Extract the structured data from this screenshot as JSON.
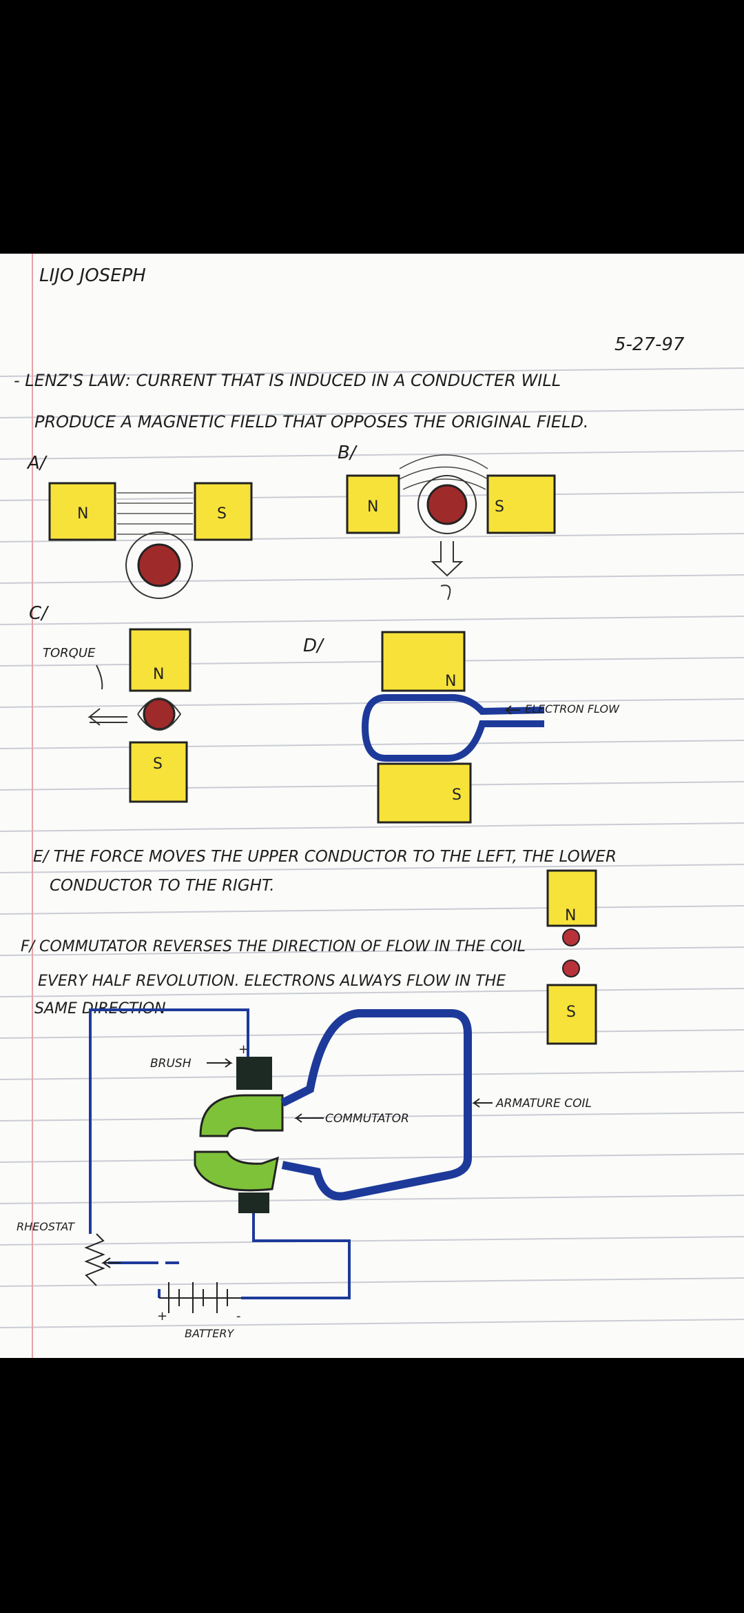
{
  "author": "LIJO JOSEPH",
  "date": "5-27-97",
  "lenz_line1": "- LENZ'S LAW: CURRENT THAT IS INDUCED IN A CONDUCTER WILL",
  "lenz_line2": "PRODUCE A MAGNETIC FIELD THAT OPPOSES THE ORIGINAL FIELD.",
  "diagrams": {
    "a": {
      "label": "A/",
      "north": "N",
      "south": "S"
    },
    "b": {
      "label": "B/",
      "north": "N",
      "south": "S"
    },
    "c": {
      "label": "C/",
      "torque": "TORQUE",
      "north": "N",
      "south": "S"
    },
    "d": {
      "label": "D/",
      "north": "N",
      "south": "S",
      "electron_flow": "ELECTRON FLOW"
    },
    "e_small": {
      "north": "N",
      "south": "S"
    }
  },
  "note_e": {
    "line1": "E/ THE FORCE MOVES THE UPPER CONDUCTOR TO THE LEFT, THE LOWER",
    "line2": "CONDUCTOR TO THE RIGHT."
  },
  "note_f": {
    "line1": "F/ COMMUTATOR REVERSES THE DIRECTION OF FLOW IN THE COIL",
    "line2": "EVERY HALF REVOLUTION. ELECTRONS ALWAYS FLOW IN THE",
    "line3": "SAME DIRECTION"
  },
  "motor": {
    "brush": "BRUSH",
    "plus_top": "+",
    "commutator": "COMMUTATOR",
    "armature_coil": "ARMATURE COIL",
    "rheostat": "RHEOSTAT",
    "battery": "BATTERY",
    "battery_plus": "+",
    "battery_minus": "-"
  },
  "colors": {
    "magnet": "#f7e23a",
    "conductor": "#9e2a2a",
    "coil": "#1d3a9a",
    "commutator": "#7ec23a"
  }
}
